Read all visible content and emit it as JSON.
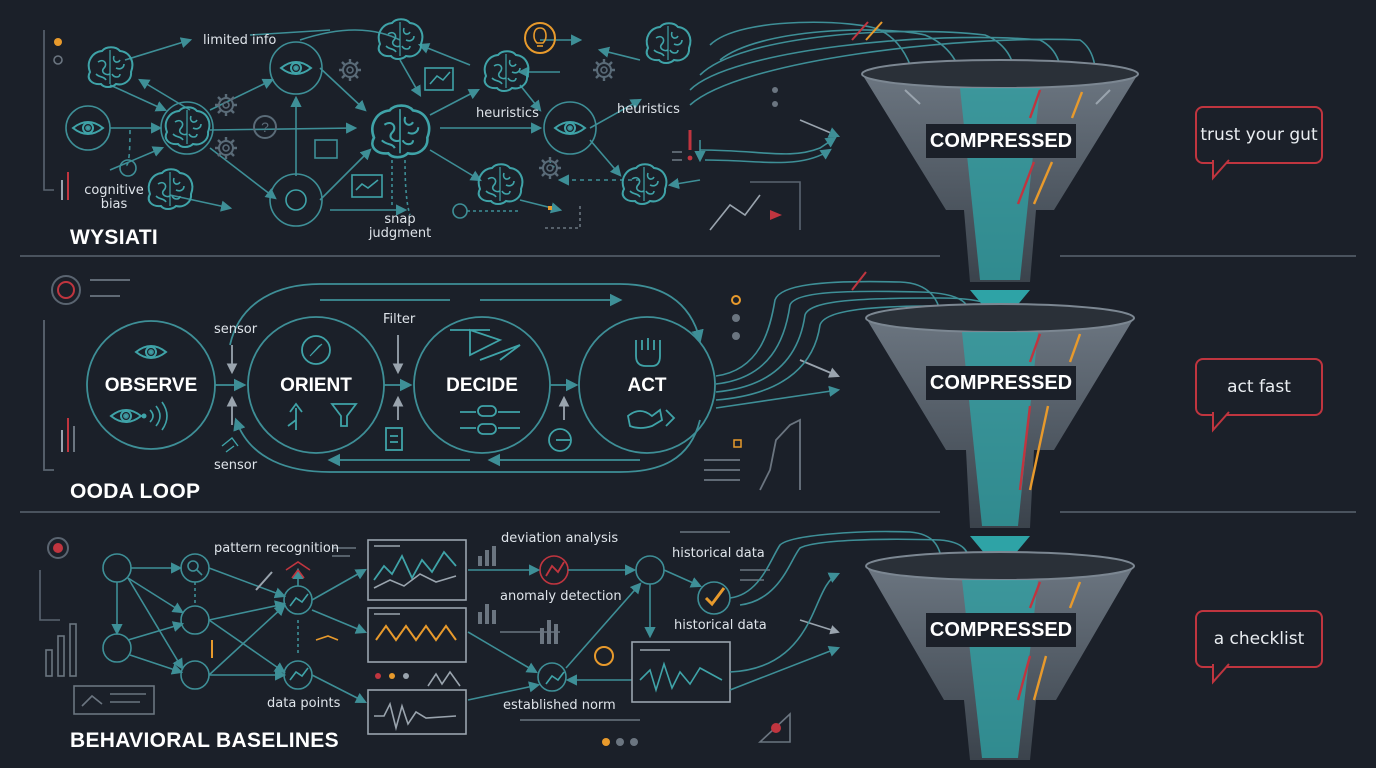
{
  "sections": [
    {
      "title": "WYSIATI"
    },
    {
      "title": "OODA LOOP"
    },
    {
      "title": "BEHAVIORAL BASELINES"
    }
  ],
  "wysiati_labels": {
    "limited_info": "limited info",
    "heuristics_1": "heuristics",
    "heuristics_2": "heuristics",
    "cognitive_bias": "cognitive\nbias",
    "snap_judgment": "snap\njudgment"
  },
  "ooda": {
    "nodes": [
      "OBSERVE",
      "ORIENT",
      "DECIDE",
      "ACT"
    ],
    "sensor_top": "sensor",
    "sensor_bottom": "sensor",
    "filter": "Filter"
  },
  "baseline_labels": {
    "pattern_recognition": "pattern recognition",
    "deviation_analysis": "deviation analysis",
    "anomaly_detection": "anomaly detection",
    "historical_data_1": "historical data",
    "historical_data_2": "historical data",
    "data_points": "data points",
    "established_norm": "established norm"
  },
  "funnels": [
    {
      "label": "COMPRESSED"
    },
    {
      "label": "COMPRESSED"
    },
    {
      "label": "COMPRESSED"
    }
  ],
  "bubbles": [
    "trust your gut",
    "act fast",
    "a checklist"
  ],
  "colors": {
    "background": "#1b2029",
    "teal": "#2ea3a6",
    "line": "#3e8f97",
    "accent_red": "#c0353f",
    "accent_orange": "#e89a2c",
    "funnel_grey": "#5b6570"
  },
  "icons": [
    "brain-icon",
    "eye-icon",
    "gear-icon",
    "lightbulb-icon",
    "question-icon",
    "compass-icon",
    "fist-icon",
    "funnel-icon",
    "checkmark-icon",
    "chart-icon"
  ]
}
